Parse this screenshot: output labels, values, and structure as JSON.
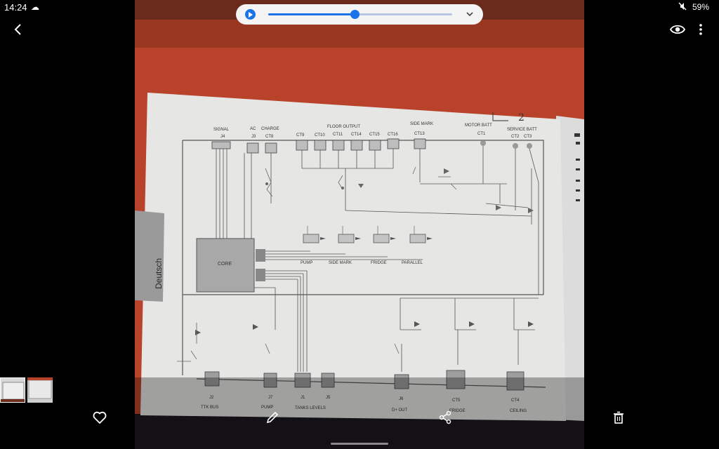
{
  "status_bar": {
    "time": "14:24",
    "battery": "59%"
  },
  "media_player": {
    "progress_fraction": 0.47,
    "accent": "#1a73e8"
  },
  "document": {
    "side_tab": "Deutsch",
    "top_labels": {
      "signal": "SIGNAL",
      "ac": "AC",
      "charge": "CHARGE",
      "floor_output": "FLOOR OUTPUT",
      "side_mark": "SIDE MARK",
      "motor_batt": "MOTOR BATT",
      "service_batt": "SERVICE BATT"
    },
    "top_connectors": {
      "j4": "J4",
      "j3": "J3",
      "ct8": "CT8",
      "ct9": "CT9",
      "ct10": "CT10",
      "ct11": "CT11",
      "ct14": "CT14",
      "ct15": "CT15",
      "ct16": "CT16",
      "ct13": "CT13",
      "ct1": "CT1",
      "ct2": "CT2",
      "ct3": "CT3"
    },
    "handwriting": "2",
    "mid_labels": {
      "pump": "PUMP",
      "side_mark": "SIDE MARK",
      "fridge": "FRIDGE",
      "parallel": "PARALLEL"
    },
    "core_label": "CORE",
    "bottom_connectors": {
      "j2": "J2",
      "j7": "J7",
      "j1": "J1",
      "j5": "J5",
      "j6": "J6",
      "ct5": "CT5",
      "ct4": "CT4",
      "ttk_bus": "TTK BUS",
      "pump": "PUMP",
      "tanks_levels": "TANKS LEVELS",
      "d_out": "D+ OUT",
      "fridge": "FRIDGE",
      "ceiling": "CEILING"
    }
  },
  "thumbnails": [
    {
      "selected": true
    },
    {
      "selected": false
    }
  ]
}
